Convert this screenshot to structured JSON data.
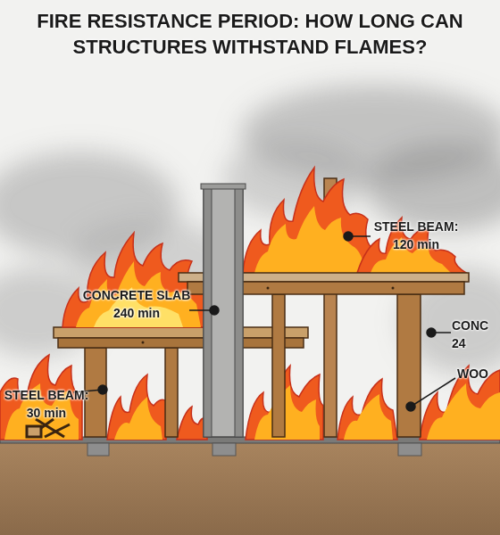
{
  "diagram": {
    "title": "FIRE RESISTANCE PERIOD: HOW LONG CAN STRUCTURES WITHSTAND FLAMES?",
    "labels": [
      "CONCRETE SLAB 240 min",
      "STEEL BEAM: 120 min",
      "STEEL BEAM: 30 min",
      "CONC 24",
      "WOO"
    ]
  }
}
